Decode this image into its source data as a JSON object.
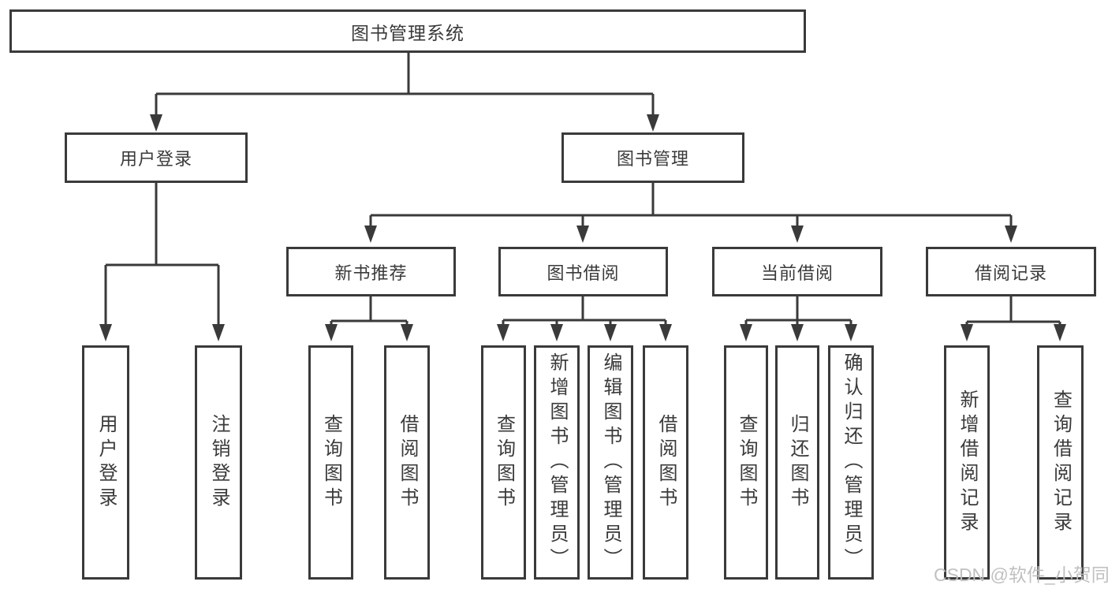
{
  "diagram": {
    "tree": {
      "label": "图书管理系统",
      "children": [
        {
          "label": "用户登录",
          "children": [
            {
              "label": "用户登录"
            },
            {
              "label": "注销登录"
            }
          ]
        },
        {
          "label": "图书管理",
          "children": [
            {
              "label": "新书推荐",
              "children": [
                {
                  "label": "查询图书"
                },
                {
                  "label": "借阅图书"
                }
              ]
            },
            {
              "label": "图书借阅",
              "children": [
                {
                  "label": "查询图书"
                },
                {
                  "label": "新增图书（管理员）"
                },
                {
                  "label": "编辑图书（管理员）"
                },
                {
                  "label": "借阅图书"
                }
              ]
            },
            {
              "label": "当前借阅",
              "children": [
                {
                  "label": "查询图书"
                },
                {
                  "label": "归还图书"
                },
                {
                  "label": "确认归还（管理员）"
                }
              ]
            },
            {
              "label": "借阅记录",
              "children": [
                {
                  "label": "新增借阅记录"
                },
                {
                  "label": "查询借阅记录"
                }
              ]
            }
          ]
        }
      ]
    },
    "colors": {
      "line": "#3a3a3a",
      "text": "#3a3a3a",
      "box_fill": "#ffffff",
      "watermark": "#bdbdbd"
    }
  },
  "watermark": "CSDN @软件_小贺同学"
}
